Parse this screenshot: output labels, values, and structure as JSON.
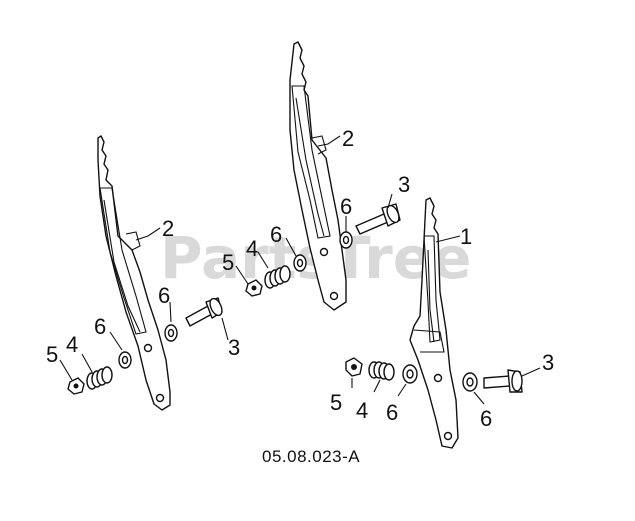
{
  "diagram_id": "05.08.023-A",
  "watermark": "PartsTree",
  "callouts": {
    "left_2": "2",
    "left_6a": "6",
    "left_3": "3",
    "left_6b": "6",
    "left_4": "4",
    "left_5": "5",
    "mid_2": "2",
    "mid_3": "3",
    "mid_6a": "6",
    "mid_4": "4",
    "mid_6b": "6",
    "mid_5": "5",
    "right_1": "1",
    "right_3": "3",
    "right_5": "5",
    "right_4": "4",
    "right_6a": "6",
    "right_6b": "6"
  }
}
